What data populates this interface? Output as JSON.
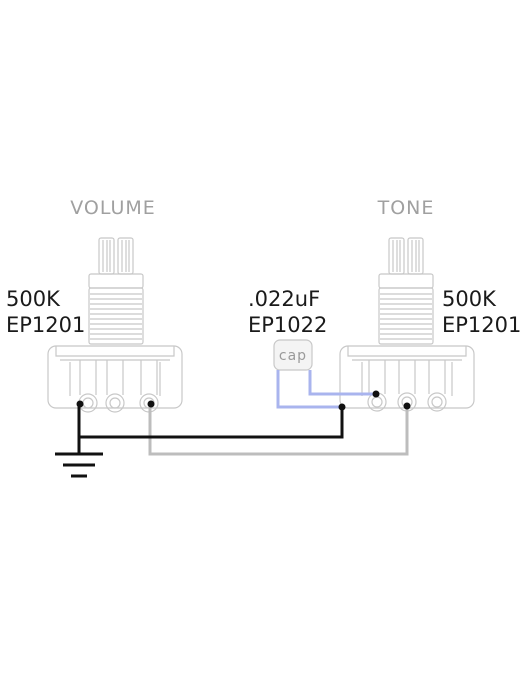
{
  "pots": {
    "volume": {
      "title": "VOLUME",
      "value": "500K",
      "part": "EP1201"
    },
    "tone": {
      "title": "TONE",
      "value": "500K",
      "part": "EP1201"
    }
  },
  "capacitor": {
    "value": ".022uF",
    "part": "EP1022",
    "body_label": "cap"
  },
  "colors": {
    "outline": "#c8c8c8",
    "ground_wire": "#111111",
    "signal_wire": "#bdbdbd",
    "cap_lead": "#a9b4ee",
    "label_gray": "#a0a0a0",
    "label_dark": "#1a1a1a"
  }
}
